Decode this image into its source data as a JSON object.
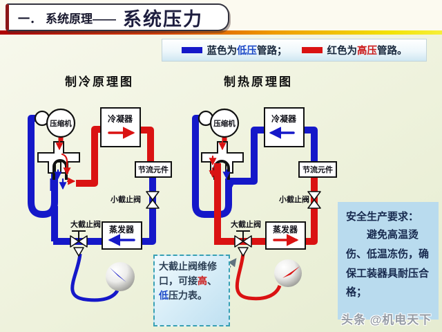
{
  "header": {
    "prefix": "一．",
    "section": "系统原理——",
    "title": "系统压力"
  },
  "legend": {
    "blue_pre": "蓝色为",
    "blue_term": "低压",
    "blue_post": "管路；",
    "red_pre": "红色为",
    "red_term": "高压",
    "red_post": "管路。"
  },
  "diagrams": {
    "left": {
      "title": "制冷原理图"
    },
    "right": {
      "title": "制热原理图"
    },
    "components": {
      "compressor": "压缩机",
      "condenser": "冷凝器",
      "throttle": "节流元件",
      "small_valve": "小截止阀",
      "big_valve": "大截止阀",
      "evaporator": "蒸发器"
    }
  },
  "note_box": {
    "part1": "大截止阀维修口，可接",
    "high": "高",
    "sep": "、",
    "low": "低",
    "part2": "压力表。"
  },
  "safety_box": {
    "title": "安全生产要求：",
    "body": "避免高温烫伤、低温冻伤，确保工装器具耐压合格；"
  },
  "watermark": "头条 @机电天下",
  "colors": {
    "low_pressure_blue": "#1518c9",
    "high_pressure_red": "#da1212",
    "divider_start": "#ae0202",
    "divider_end": "#f6ef3a",
    "note_border": "#37a0b4",
    "safety_bg": "#b9dbee"
  }
}
